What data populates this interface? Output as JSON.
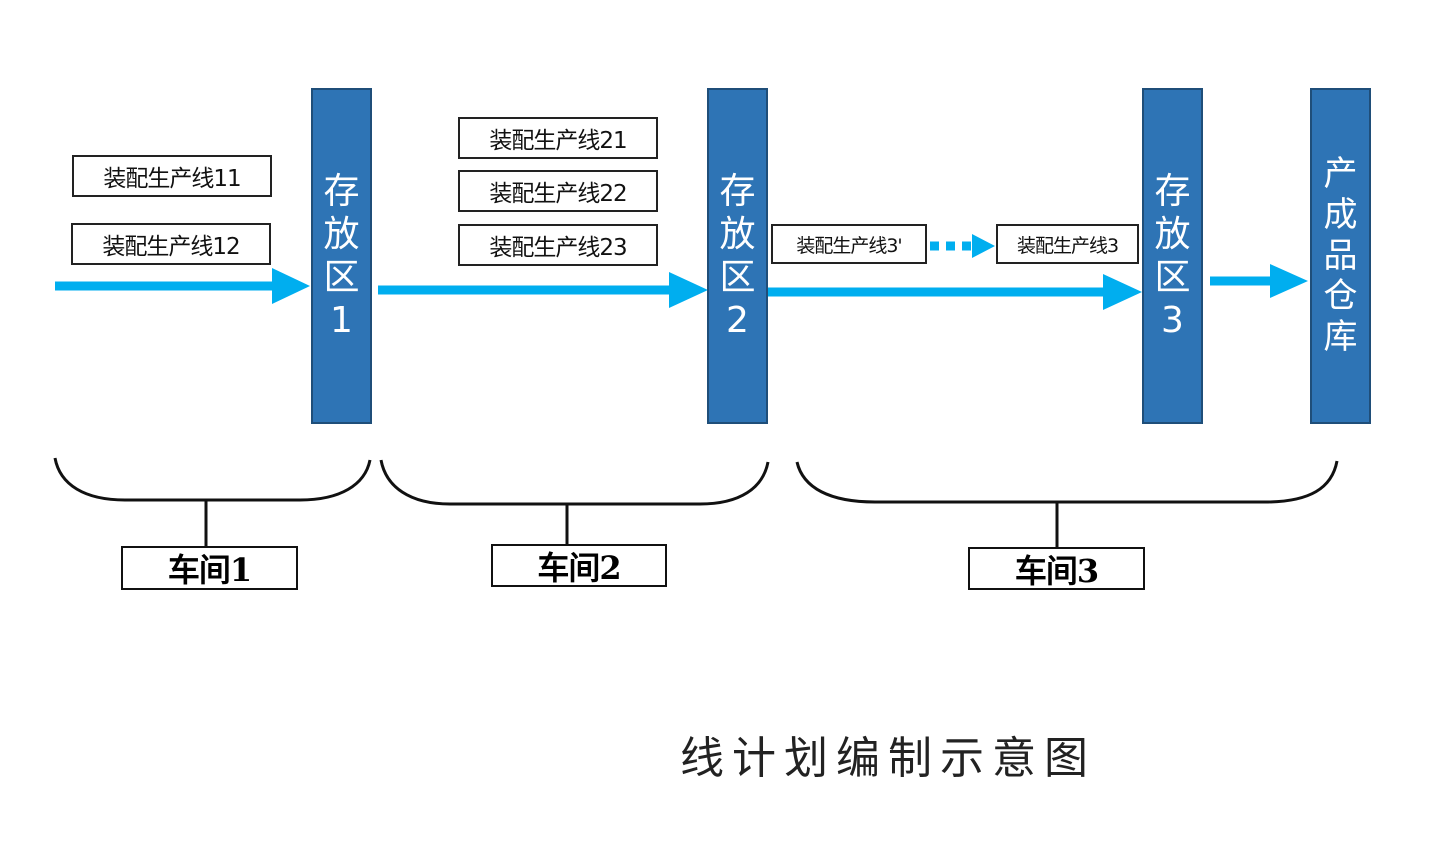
{
  "colors": {
    "arrow": "#00aeef",
    "storage_fill": "#2e74b5",
    "storage_border": "#1f4e79"
  },
  "workshop1": {
    "lines": [
      "装配生产线11",
      "装配生产线12"
    ],
    "storage": [
      "存",
      "放",
      "区",
      "1"
    ],
    "label": "车间1"
  },
  "workshop2": {
    "lines": [
      "装配生产线21",
      "装配生产线22",
      "装配生产线23"
    ],
    "storage": [
      "存",
      "放",
      "区",
      "2"
    ],
    "label": "车间2"
  },
  "workshop3": {
    "lines": [
      "装配生产线3'",
      "装配生产线3"
    ],
    "storage": [
      "存",
      "放",
      "区",
      "3"
    ],
    "label": "车间3"
  },
  "warehouse": [
    "产",
    "成",
    "品",
    "仓",
    "库"
  ],
  "caption": "线计划编制示意图"
}
